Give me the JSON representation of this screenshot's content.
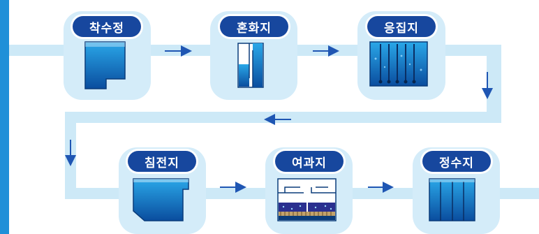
{
  "process": {
    "step1": "착수정",
    "step2": "혼화지",
    "step3": "응집지",
    "step4": "침전지",
    "step5": "여과지",
    "step6": "정수지"
  },
  "colors": {
    "pipe": "#cde9f7",
    "box": "#d4ecf9",
    "accent_bar": "#1f90d8",
    "label_bg": "#17479e",
    "water_dark": "#0b4fa0",
    "water_light": "#2fa6e6",
    "arrow": "#1f56b3"
  }
}
